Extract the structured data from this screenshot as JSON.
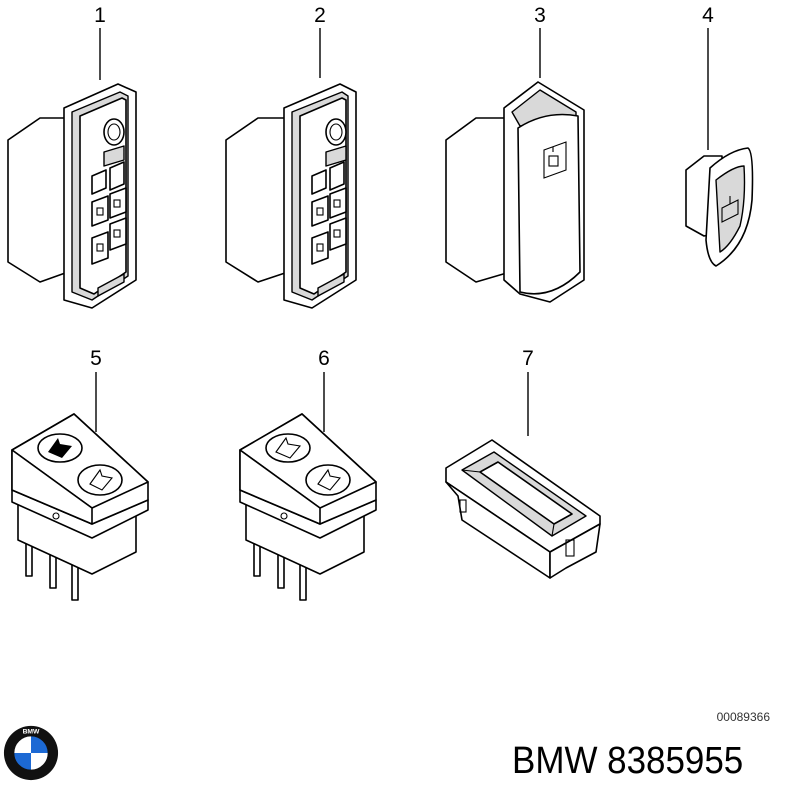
{
  "callouts": [
    "1",
    "2",
    "3",
    "4",
    "5",
    "6",
    "7"
  ],
  "drawing_number": "00089366",
  "part_title": "BMW 8385955",
  "logo": {
    "text": "BMW",
    "colors": {
      "blue": "#1c69d4",
      "white": "#ffffff",
      "ring": "#111111"
    }
  },
  "icons": [
    "switch-block-icon",
    "window-switch-icon",
    "lock-switch-icon",
    "rocker-switch-icon",
    "switch-frame-icon",
    "bmw-roundel-icon"
  ]
}
